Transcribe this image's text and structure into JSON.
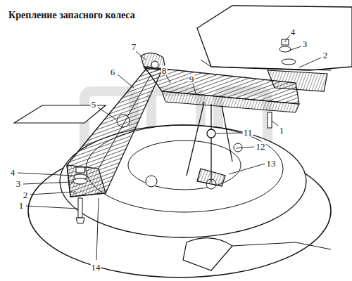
{
  "diagram": {
    "title": "Крепление запасного колеса",
    "labels": [
      "4",
      "3",
      "2",
      "7",
      "8",
      "9",
      "6",
      "1",
      "5",
      "11",
      "12",
      "13",
      "4",
      "3",
      "2",
      "1",
      "14"
    ]
  }
}
